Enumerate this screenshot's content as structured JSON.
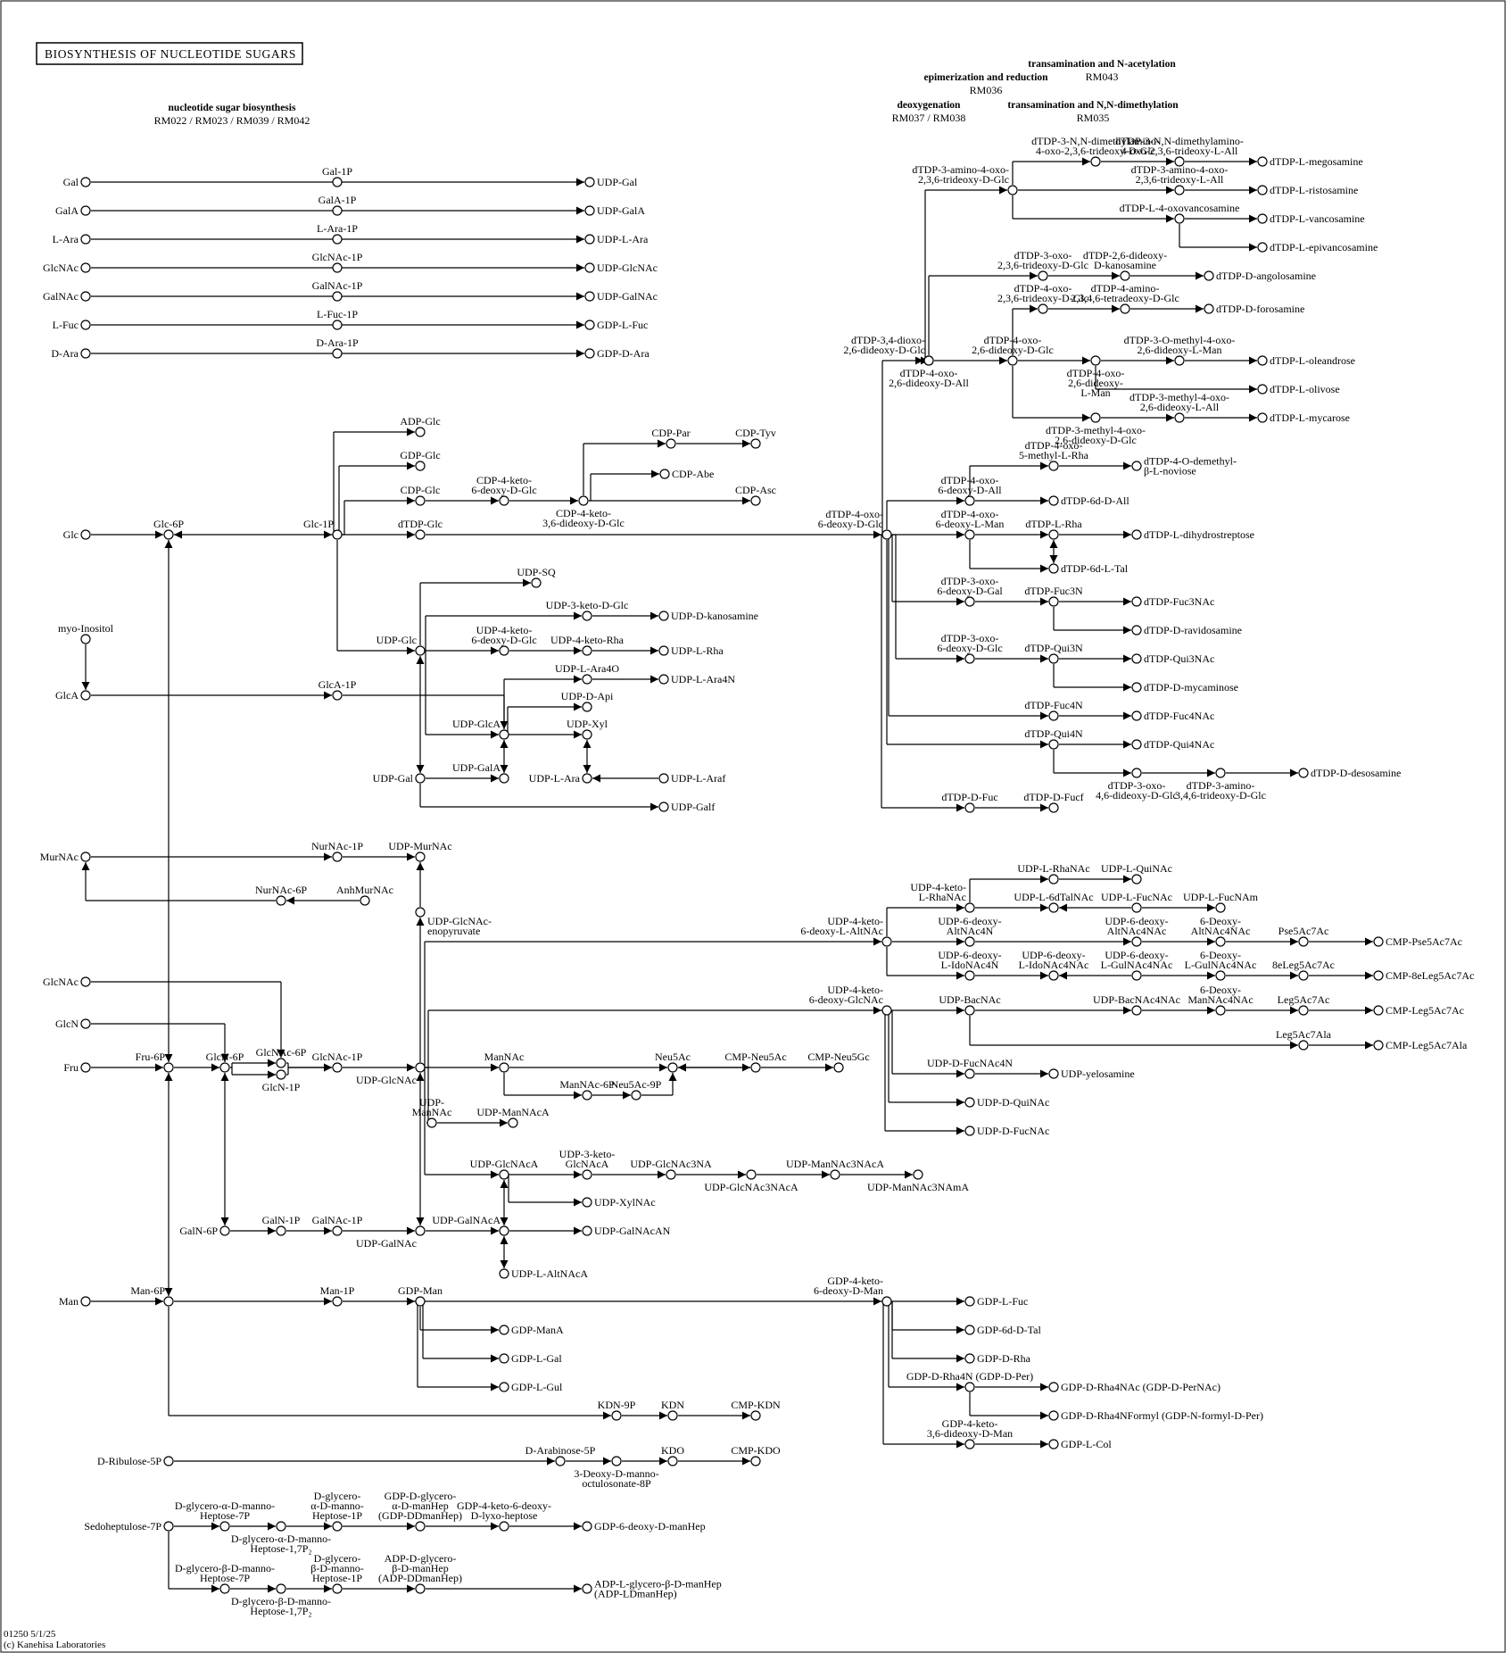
{
  "title": "BIOSYNTHESIS OF NUCLEOTIDE SUGARS",
  "footer": [
    "01250 5/1/25",
    "(c) Kanehisa Laboratories"
  ],
  "headers": [
    {
      "id": "h1",
      "lines": [
        "nucleotide sugar biosynthesis",
        "RM022 / RM023 / RM039 / RM042"
      ]
    },
    {
      "id": "h2",
      "lines": [
        "transamination and N-acetylation",
        "RM043"
      ]
    },
    {
      "id": "h3",
      "lines": [
        "epimerization and reduction",
        "RM036"
      ]
    },
    {
      "id": "h4",
      "lines": [
        "deoxygenation",
        "RM037 / RM038"
      ]
    },
    {
      "id": "h5",
      "lines": [
        "transamination and N,N-dimethylation",
        "RM035"
      ]
    }
  ],
  "compounds": [
    {
      "id": "Gal",
      "label": "Gal"
    },
    {
      "id": "Gal1P",
      "label": "Gal-1P"
    },
    {
      "id": "UDPGal1",
      "label": "UDP-Gal"
    },
    {
      "id": "GalA",
      "label": "GalA"
    },
    {
      "id": "GalA1P",
      "label": "GalA-1P"
    },
    {
      "id": "UDPGalA1",
      "label": "UDP-GalA"
    },
    {
      "id": "LAra",
      "label": "L-Ara"
    },
    {
      "id": "LAra1P",
      "label": "L-Ara-1P"
    },
    {
      "id": "UDPLAra1",
      "label": "UDP-L-Ara"
    },
    {
      "id": "GlcNAc1",
      "label": "GlcNAc"
    },
    {
      "id": "GlcNAc1P1",
      "label": "GlcNAc-1P"
    },
    {
      "id": "UDPGlcNAc1",
      "label": "UDP-GlcNAc"
    },
    {
      "id": "GalNAc1",
      "label": "GalNAc"
    },
    {
      "id": "GalNAc1P1",
      "label": "GalNAc-1P"
    },
    {
      "id": "UDPGalNAc1",
      "label": "UDP-GalNAc"
    },
    {
      "id": "LFuc",
      "label": "L-Fuc"
    },
    {
      "id": "LFuc1P",
      "label": "L-Fuc-1P"
    },
    {
      "id": "GDPLFuc1",
      "label": "GDP-L-Fuc"
    },
    {
      "id": "DAra",
      "label": "D-Ara"
    },
    {
      "id": "DAra1P",
      "label": "D-Ara-1P"
    },
    {
      "id": "GDPDAra",
      "label": "GDP-D-Ara"
    },
    {
      "id": "Glc",
      "label": "Glc"
    },
    {
      "id": "Glc6P",
      "label": "Glc-6P"
    },
    {
      "id": "Glc1P",
      "label": "Glc-1P"
    },
    {
      "id": "ADPGlc",
      "label": "ADP-Glc"
    },
    {
      "id": "GDPGlc",
      "label": "GDP-Glc"
    },
    {
      "id": "CDPGlc",
      "label": "CDP-Glc"
    },
    {
      "id": "dTDPGlc",
      "label": "dTDP-Glc"
    },
    {
      "id": "CDP4k",
      "label": "CDP-4-keto-\n6-deoxy-D-Glc"
    },
    {
      "id": "CDP4k36",
      "label": "CDP-4-keto-\n3,6-dideoxy-D-Glc"
    },
    {
      "id": "CDPPar",
      "label": "CDP-Par"
    },
    {
      "id": "CDPTyv",
      "label": "CDP-Tyv"
    },
    {
      "id": "CDPAbe",
      "label": "CDP-Abe"
    },
    {
      "id": "CDPAsc",
      "label": "CDP-Asc"
    },
    {
      "id": "dTDP4k",
      "label": "dTDP-4-oxo-\n6-deoxy-D-Glc"
    },
    {
      "id": "UDPSQ",
      "label": "UDP-SQ"
    },
    {
      "id": "UDP3kG",
      "label": "UDP-3-keto-D-Glc"
    },
    {
      "id": "UDPDkan",
      "label": "UDP-D-kanosamine"
    },
    {
      "id": "UDP4k6",
      "label": "UDP-4-keto-\n6-deoxy-D-Glc"
    },
    {
      "id": "UDP4kRha",
      "label": "UDP-4-keto-Rha"
    },
    {
      "id": "UDPLRha",
      "label": "UDP-L-Rha"
    },
    {
      "id": "UDPGlc",
      "label": "UDP-Glc"
    },
    {
      "id": "UDPLAra4O",
      "label": "UDP-L-Ara4O"
    },
    {
      "id": "UDPLAra4N",
      "label": "UDP-L-Ara4N"
    },
    {
      "id": "UDPDApi",
      "label": "UDP-D-Api"
    },
    {
      "id": "UDPXyl",
      "label": "UDP-Xyl"
    },
    {
      "id": "UDPGlcA",
      "label": "UDP-GlcA"
    },
    {
      "id": "UDPGalA2",
      "label": "UDP-GalA"
    },
    {
      "id": "UDPLAra2",
      "label": "UDP-L-Ara"
    },
    {
      "id": "UDPLAraf",
      "label": "UDP-L-Araf"
    },
    {
      "id": "UDPGal2",
      "label": "UDP-Gal"
    },
    {
      "id": "UDPGalf",
      "label": "UDP-Galf"
    },
    {
      "id": "myoIno",
      "label": "myo-Inositol"
    },
    {
      "id": "GlcA",
      "label": "GlcA"
    },
    {
      "id": "GlcA1P",
      "label": "GlcA-1P"
    },
    {
      "id": "MurNAc",
      "label": "MurNAc"
    },
    {
      "id": "NurNAc1P",
      "label": "NurNAc-1P"
    },
    {
      "id": "UDPMurNAc",
      "label": "UDP-MurNAc"
    },
    {
      "id": "NurNAc6P",
      "label": "NurNAc-6P"
    },
    {
      "id": "AnhMurNAc",
      "label": "AnhMurNAc"
    },
    {
      "id": "UDPGlcNAcEP",
      "label": "UDP-GlcNAc-\nenopyruvate"
    },
    {
      "id": "GlcNAc2",
      "label": "GlcNAc"
    },
    {
      "id": "GlcN",
      "label": "GlcN"
    },
    {
      "id": "Fru",
      "label": "Fru"
    },
    {
      "id": "Fru6P",
      "label": "Fru-6P"
    },
    {
      "id": "GlcN6P",
      "label": "GlcN-6P"
    },
    {
      "id": "GlcNAc6P",
      "label": "GlcNAc-6P"
    },
    {
      "id": "GlcN1P",
      "label": "GlcN-1P"
    },
    {
      "id": "GlcNAc1P2",
      "label": "GlcNAc-1P"
    },
    {
      "id": "UDPGlcNAc2",
      "label": "UDP-GlcNAc"
    },
    {
      "id": "ManNAc",
      "label": "ManNAc"
    },
    {
      "id": "ManNAc6P",
      "label": "ManNAc-6P"
    },
    {
      "id": "Neu5Ac9P",
      "label": "Neu5Ac-9P"
    },
    {
      "id": "Neu5Ac",
      "label": "Neu5Ac"
    },
    {
      "id": "CMPNeu5Ac",
      "label": "CMP-Neu5Ac"
    },
    {
      "id": "CMPNeu5Gc",
      "label": "CMP-Neu5Gc"
    },
    {
      "id": "UDPManNAc",
      "label": "UDP-\nManNAc"
    },
    {
      "id": "UDPManNAcA",
      "label": "UDP-ManNAcA"
    },
    {
      "id": "UDPGlcNAcA",
      "label": "UDP-GlcNAcA"
    },
    {
      "id": "UDP3kGlcNAcA",
      "label": "UDP-3-keto-\nGlcNAcA"
    },
    {
      "id": "UDPGlcNAc3NA",
      "label": "UDP-GlcNAc3NA"
    },
    {
      "id": "UDPGlcNAc3NAcA",
      "label": "UDP-GlcNAc3NAcA"
    },
    {
      "id": "UDPManNAc3NAcA",
      "label": "UDP-ManNAc3NAcA"
    },
    {
      "id": "UDPManNAc3NAmA",
      "label": "UDP-ManNAc3NAmA"
    },
    {
      "id": "UDPXylNAc",
      "label": "UDP-XylNAc"
    },
    {
      "id": "UDPGalNAcA",
      "label": "UDP-GalNAcA"
    },
    {
      "id": "UDPGalNAcAN",
      "label": "UDP-GalNAcAN"
    },
    {
      "id": "UDPLAltNAcA",
      "label": "UDP-L-AltNAcA"
    },
    {
      "id": "GalN6P",
      "label": "GalN-6P"
    },
    {
      "id": "GalN1P",
      "label": "GalN-1P"
    },
    {
      "id": "GalNAc1P2",
      "label": "GalNAc-1P"
    },
    {
      "id": "UDPGalNAc2",
      "label": "UDP-GalNAc"
    },
    {
      "id": "Man",
      "label": "Man"
    },
    {
      "id": "Man6P",
      "label": "Man-6P"
    },
    {
      "id": "Man1P",
      "label": "Man-1P"
    },
    {
      "id": "GDPMan",
      "label": "GDP-Man"
    },
    {
      "id": "GDPManA",
      "label": "GDP-ManA"
    },
    {
      "id": "GDPLGal",
      "label": "GDP-L-Gal"
    },
    {
      "id": "GDPLGul",
      "label": "GDP-L-Gul"
    },
    {
      "id": "KDN9P",
      "label": "KDN-9P"
    },
    {
      "id": "KDN",
      "label": "KDN"
    },
    {
      "id": "CMPKDN",
      "label": "CMP-KDN"
    },
    {
      "id": "DRib5P",
      "label": "D-Ribulose-5P"
    },
    {
      "id": "DAra5P",
      "label": "D-Arabinose-5P"
    },
    {
      "id": "DMO8P",
      "label": "3-Deoxy-D-manno-\noctulosonate-8P"
    },
    {
      "id": "KDO",
      "label": "KDO"
    },
    {
      "id": "CMPKDO",
      "label": "CMP-KDO"
    },
    {
      "id": "Sedo7P",
      "label": "Sedoheptulose-7P"
    },
    {
      "id": "DGaM7P",
      "label": "D-glycero-α-D-manno-\nHeptose-7P"
    },
    {
      "id": "DGaM17P",
      "label": "D-glycero-α-D-manno-\nHeptose-1,7P₂"
    },
    {
      "id": "DGaM1P",
      "label": "D-glycero-\nα-D-manno-\nHeptose-1P"
    },
    {
      "id": "GDPDDManHep",
      "label": "GDP-D-glycero-\nα-D-manHep\n(GDP-DDmanHep)"
    },
    {
      "id": "GDP4kHep",
      "label": "GDP-4-keto-6-deoxy-\nD-lyxo-heptose"
    },
    {
      "id": "GDP6dManHep",
      "label": "GDP-6-deoxy-D-manHep"
    },
    {
      "id": "DGbM7P",
      "label": "D-glycero-β-D-manno-\nHeptose-7P"
    },
    {
      "id": "DGbM17P",
      "label": "D-glycero-β-D-manno-\nHeptose-1,7P₂"
    },
    {
      "id": "DGbM1P",
      "label": "D-glycero-\nβ-D-manno-\nHeptose-1P"
    },
    {
      "id": "ADPDDManHep",
      "label": "ADP-D-glycero-\nβ-D-manHep\n(ADP-DDmanHep)"
    },
    {
      "id": "ADPLManHep",
      "label": "ADP-L-glycero-β-D-manHep\n(ADP-LDmanHep)"
    },
    {
      "id": "dTDP34",
      "label": "dTDP-3,4-dioxo-\n2,6-dideoxy-D-Glc"
    },
    {
      "id": "dTDP3a4o",
      "label": "dTDP-3-amino-4-oxo-\n2,3,6-trideoxy-D-Glc"
    },
    {
      "id": "dTDP3NNdm",
      "label": "dTDP-3-N,N-dimethylamino-\n4-oxo-2,3,6-trideoxy-D-Glc"
    },
    {
      "id": "dTDP3NNdmAll",
      "label": "dTDP-3-N,N-dimethylamino-\n4-oxo-2,3,6-trideoxy-L-All"
    },
    {
      "id": "dTDPLmeg",
      "label": "dTDP-L-megosamine"
    },
    {
      "id": "dTDP3a4oAll",
      "label": "dTDP-3-amino-4-oxo-\n2,3,6-trideoxy-L-All"
    },
    {
      "id": "dTDPLris",
      "label": "dTDP-L-ristosamine"
    },
    {
      "id": "dTDPL4oxv",
      "label": "dTDP-L-4-oxovancosamine"
    },
    {
      "id": "dTDPLvan",
      "label": "dTDP-L-vancosamine"
    },
    {
      "id": "dTDPLepi",
      "label": "dTDP-L-epivancosamine"
    },
    {
      "id": "dTDP3oxo",
      "label": "dTDP-3-oxo-\n2,3,6-trideoxy-D-Glc"
    },
    {
      "id": "dTDP26kan",
      "label": "dTDP-2,6-dideoxy-\nD-kanosamine"
    },
    {
      "id": "dTDPDang",
      "label": "dTDP-D-angolosamine"
    },
    {
      "id": "dTDP4oxo236",
      "label": "dTDP-4-oxo-\n2,3,6-trideoxy-D-Glc"
    },
    {
      "id": "dTDP4amino",
      "label": "dTDP-4-amino-\n2,3,4,6-tetradeoxy-D-Glc"
    },
    {
      "id": "dTDPDfor",
      "label": "dTDP-D-forosamine"
    },
    {
      "id": "dTDP4oxo26",
      "label": "dTDP-4-oxo-\n2,6-dideoxy-D-Glc"
    },
    {
      "id": "dTDP4oxo26All",
      "label": "dTDP-4-oxo-\n2,6-dideoxy-D-All"
    },
    {
      "id": "dTDP4oxo26Man",
      "label": "dTDP-4-oxo-\n2,6-dideoxy-\nL-Man"
    },
    {
      "id": "dTDP3Ome",
      "label": "dTDP-3-O-methyl-4-oxo-\n2,6-dideoxy-L-Man"
    },
    {
      "id": "dTDPLole",
      "label": "dTDP-L-oleandrose"
    },
    {
      "id": "dTDPLoli",
      "label": "dTDP-L-olivose"
    },
    {
      "id": "dTDP3me4oAll",
      "label": "dTDP-3-methyl-4-oxo-\n2,6-dideoxy-L-All"
    },
    {
      "id": "dTDPLmyc",
      "label": "dTDP-L-mycarose"
    },
    {
      "id": "dTDP3me4oGlc",
      "label": "dTDP-3-methyl-4-oxo-\n2,6-dideoxy-D-Glc"
    },
    {
      "id": "dTDP4o5me",
      "label": "dTDP-4-oxo-\n5-methyl-L-Rha"
    },
    {
      "id": "dTDP4Odem",
      "label": "dTDP-4-O-demethyl-\nβ-L-noviose"
    },
    {
      "id": "dTDP4o6dAll",
      "label": "dTDP-4-oxo-\n6-deoxy-D-All"
    },
    {
      "id": "dTDP6dAll",
      "label": "dTDP-6d-D-All"
    },
    {
      "id": "dTDP4o6dMan",
      "label": "dTDP-4-oxo-\n6-deoxy-L-Man"
    },
    {
      "id": "dTDPLRha",
      "label": "dTDP-L-Rha"
    },
    {
      "id": "dTDPLdhs",
      "label": "dTDP-L-dihydrostreptose"
    },
    {
      "id": "dTDP6dLTal",
      "label": "dTDP-6d-L-Tal"
    },
    {
      "id": "dTDP3o6dGal",
      "label": "dTDP-3-oxo-\n6-deoxy-D-Gal"
    },
    {
      "id": "dTDPFuc3N",
      "label": "dTDP-Fuc3N"
    },
    {
      "id": "dTDPFuc3NAc",
      "label": "dTDP-Fuc3NAc"
    },
    {
      "id": "dTDPDrav",
      "label": "dTDP-D-ravidosamine"
    },
    {
      "id": "dTDP3o6dGlc",
      "label": "dTDP-3-oxo-\n6-deoxy-D-Glc"
    },
    {
      "id": "dTDPQui3N",
      "label": "dTDP-Qui3N"
    },
    {
      "id": "dTDPQui3NAc",
      "label": "dTDP-Qui3NAc"
    },
    {
      "id": "dTDPDmyc",
      "label": "dTDP-D-mycaminose"
    },
    {
      "id": "dTDPFuc4N",
      "label": "dTDP-Fuc4N"
    },
    {
      "id": "dTDPFuc4NAc",
      "label": "dTDP-Fuc4NAc"
    },
    {
      "id": "dTDPQui4N",
      "label": "dTDP-Qui4N"
    },
    {
      "id": "dTDPQui4NAc",
      "label": "dTDP-Qui4NAc"
    },
    {
      "id": "dTDP3o46",
      "label": "dTDP-3-oxo-\n4,6-dideoxy-D-Glc"
    },
    {
      "id": "dTDP3a346",
      "label": "dTDP-3-amino-\n3,4,6-trideoxy-D-Glc"
    },
    {
      "id": "dTDPDdes",
      "label": "dTDP-D-desosamine"
    },
    {
      "id": "dTDPDFuc",
      "label": "dTDP-D-Fuc"
    },
    {
      "id": "dTDPDFucf",
      "label": "dTDP-D-Fucf"
    },
    {
      "id": "UDP4kLAlt",
      "label": "UDP-4-keto-\n6-deoxy-L-AltNAc"
    },
    {
      "id": "UDP4kLRha",
      "label": "UDP-4-keto-\nL-RhaNAc"
    },
    {
      "id": "UDPLRhaNAc",
      "label": "UDP-L-RhaNAc"
    },
    {
      "id": "UDPLQuiNAc",
      "label": "UDP-L-QuiNAc"
    },
    {
      "id": "UDPL6dTal",
      "label": "UDP-L-6dTalNAc"
    },
    {
      "id": "UDPLFucNAc",
      "label": "UDP-L-FucNAc"
    },
    {
      "id": "UDPLFucNAm",
      "label": "UDP-L-FucNAm"
    },
    {
      "id": "UDP6dAlt4N",
      "label": "UDP-6-deoxy-\nAltNAc4N"
    },
    {
      "id": "UDP6dAlt4NAc",
      "label": "UDP-6-deoxy-\nAltNAc4NAc"
    },
    {
      "id": "UDP6DAlt4NAc",
      "label": "6-Deoxy-\nAltNAc4NAc"
    },
    {
      "id": "Pse5Ac7Ac",
      "label": "Pse5Ac7Ac"
    },
    {
      "id": "CMPPse",
      "label": "CMP-Pse5Ac7Ac"
    },
    {
      "id": "UDP6dLIdo4N",
      "label": "UDP-6-deoxy-\nL-IdoNAc4N"
    },
    {
      "id": "UDP6dLIdo4NAc",
      "label": "UDP-6-deoxy-\nL-IdoNAc4NAc"
    },
    {
      "id": "UDP6dLGul",
      "label": "UDP-6-deoxy-\nL-GulNAc4NAc"
    },
    {
      "id": "UDP6DLGul",
      "label": "6-Deoxy-\nL-GulNAc4NAc"
    },
    {
      "id": "eLeg",
      "label": "8eLeg5Ac7Ac"
    },
    {
      "id": "CMP8eLeg",
      "label": "CMP-8eLeg5Ac7Ac"
    },
    {
      "id": "UDP4kGlcNAc",
      "label": "UDP-4-keto-\n6-deoxy-GlcNAc"
    },
    {
      "id": "UDPBacNAc",
      "label": "UDP-BacNAc"
    },
    {
      "id": "UDPBacNAc4NAc",
      "label": "UDP-BacNAc4NAc"
    },
    {
      "id": "DManNAc4NAc",
      "label": "6-Deoxy-\nManNAc4NAc"
    },
    {
      "id": "Leg5Ac7Ac",
      "label": "Leg5Ac7Ac"
    },
    {
      "id": "CMPLeg",
      "label": "CMP-Leg5Ac7Ac"
    },
    {
      "id": "Leg5Ac7Ala",
      "label": "Leg5Ac7Ala"
    },
    {
      "id": "CMPLegAla",
      "label": "CMP-Leg5Ac7Ala"
    },
    {
      "id": "UDPDFucNAc4N",
      "label": "UDP-D-FucNAc4N"
    },
    {
      "id": "UDPyel",
      "label": "UDP-yelosamine"
    },
    {
      "id": "UDPDQuiNAc",
      "label": "UDP-D-QuiNAc"
    },
    {
      "id": "UDPDFucNAc",
      "label": "UDP-D-FucNAc"
    },
    {
      "id": "GDP4k6dMan",
      "label": "GDP-4-keto-\n6-deoxy-D-Man"
    },
    {
      "id": "GDPLFuc2",
      "label": "GDP-L-Fuc"
    },
    {
      "id": "GDP6dDTal",
      "label": "GDP-6d-D-Tal"
    },
    {
      "id": "GDPDRha",
      "label": "GDP-D-Rha"
    },
    {
      "id": "GDPDRha4N",
      "label": "GDP-D-Rha4N (GDP-D-Per)"
    },
    {
      "id": "GDPDRha4NAc",
      "label": "GDP-D-Rha4NAc (GDP-D-PerNAc)"
    },
    {
      "id": "GDPDRha4NF",
      "label": "GDP-D-Rha4NFormyl (GDP-N-formyl-D-Per)"
    },
    {
      "id": "GDP4k36",
      "label": "GDP-4-keto-\n3,6-dideoxy-D-Man"
    },
    {
      "id": "GDPLCol",
      "label": "GDP-L-Col"
    }
  ]
}
